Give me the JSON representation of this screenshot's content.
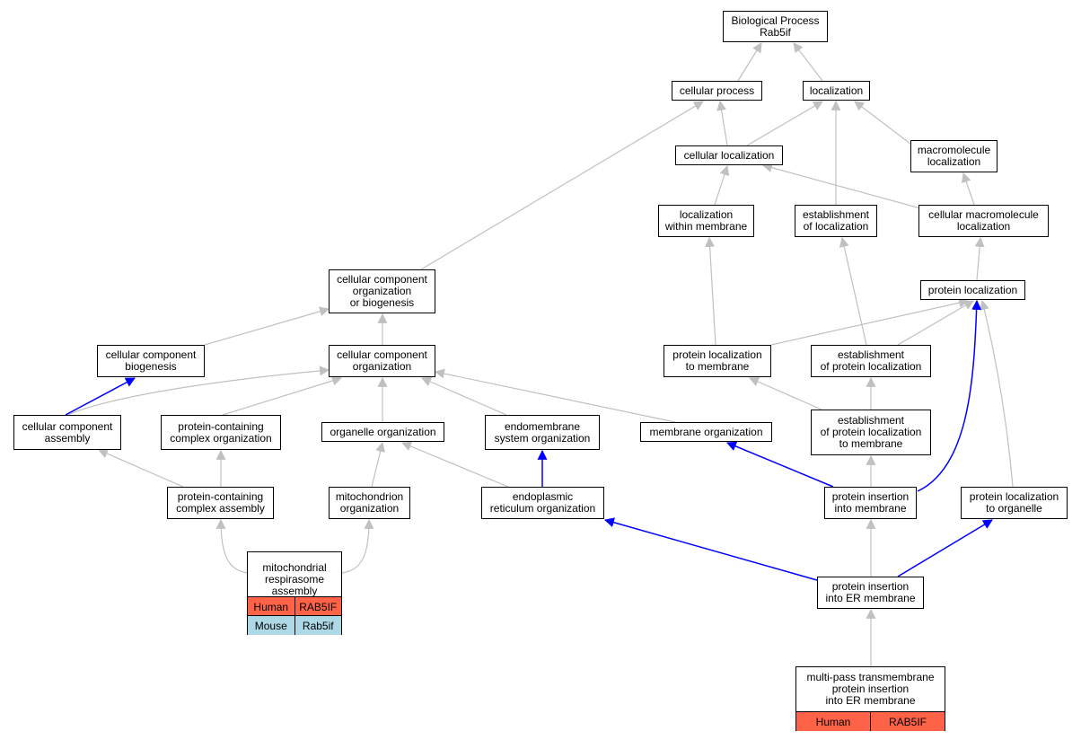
{
  "colors": {
    "edge_gray": "#c0c0c0",
    "edge_blue": "#0000ff",
    "human_bg": "#ff6347",
    "mouse_bg": "#add8e6"
  },
  "nodes": {
    "bp": "Biological Process\nRab5if",
    "cellular_process": "cellular process",
    "localization": "localization",
    "cellular_localization": "cellular localization",
    "macromolecule_localization": "macromolecule\nlocalization",
    "localization_within_membrane": "localization\nwithin membrane",
    "establishment_of_localization": "establishment\nof localization",
    "cellular_macromolecule_localization": "cellular macromolecule\nlocalization",
    "cc_org_biogenesis": "cellular component\norganization\nor biogenesis",
    "protein_localization": "protein localization",
    "cc_biogenesis": "cellular component\nbiogenesis",
    "cc_organization": "cellular component\norganization",
    "protein_localization_to_membrane": "protein localization\nto membrane",
    "establishment_of_protein_localization": "establishment\nof protein localization",
    "cc_assembly": "cellular component\nassembly",
    "protein_containing_complex_organization": "protein-containing\ncomplex organization",
    "organelle_organization": "organelle organization",
    "endomembrane_system_organization": "endomembrane\nsystem organization",
    "membrane_organization": "membrane organization",
    "establishment_protein_loc_to_membrane": "establishment\nof protein localization\nto membrane",
    "protein_containing_complex_assembly": "protein-containing\ncomplex assembly",
    "mitochondrion_organization": "mitochondrion\norganization",
    "er_organization": "endoplasmic\nreticulum organization",
    "protein_insertion_into_membrane": "protein insertion\ninto membrane",
    "protein_localization_to_organelle": "protein localization\nto organelle",
    "protein_insertion_into_er_membrane": "protein insertion\ninto ER membrane"
  },
  "gene_nodes": {
    "mito_respirasome": {
      "title": "mitochondrial\nrespirasome\nassembly",
      "rows": [
        {
          "species": "Human",
          "gene": "RAB5IF"
        },
        {
          "species": "Mouse",
          "gene": "Rab5if"
        }
      ]
    },
    "multipass": {
      "title": "multi-pass transmembrane\nprotein insertion\ninto ER membrane",
      "rows": [
        {
          "species": "Human",
          "gene": "RAB5IF"
        }
      ]
    }
  }
}
